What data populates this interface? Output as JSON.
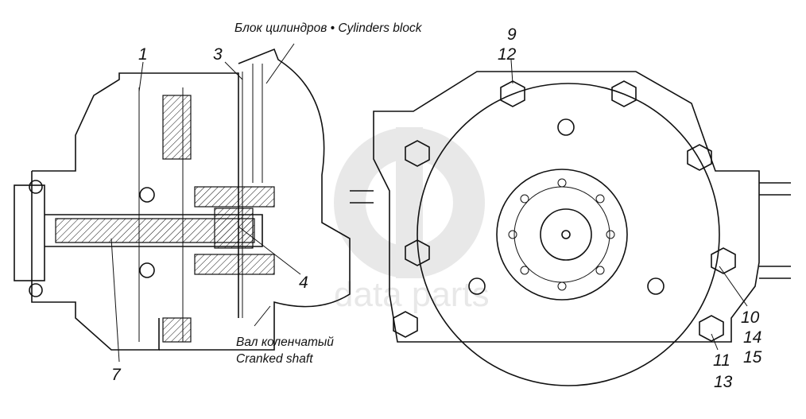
{
  "captions": {
    "cylinders_block": "Блок цилиндров • Cylinders block",
    "crankshaft_ru": "Вал коленчатый",
    "crankshaft_en": "Cranked shaft"
  },
  "callouts": [
    "1",
    "3",
    "4",
    "7",
    "9",
    "12",
    "10",
    "14",
    "15",
    "11",
    "13"
  ],
  "watermark": "data parts",
  "colors": {
    "line": "#111111",
    "watermark": "#d0d0d0"
  }
}
